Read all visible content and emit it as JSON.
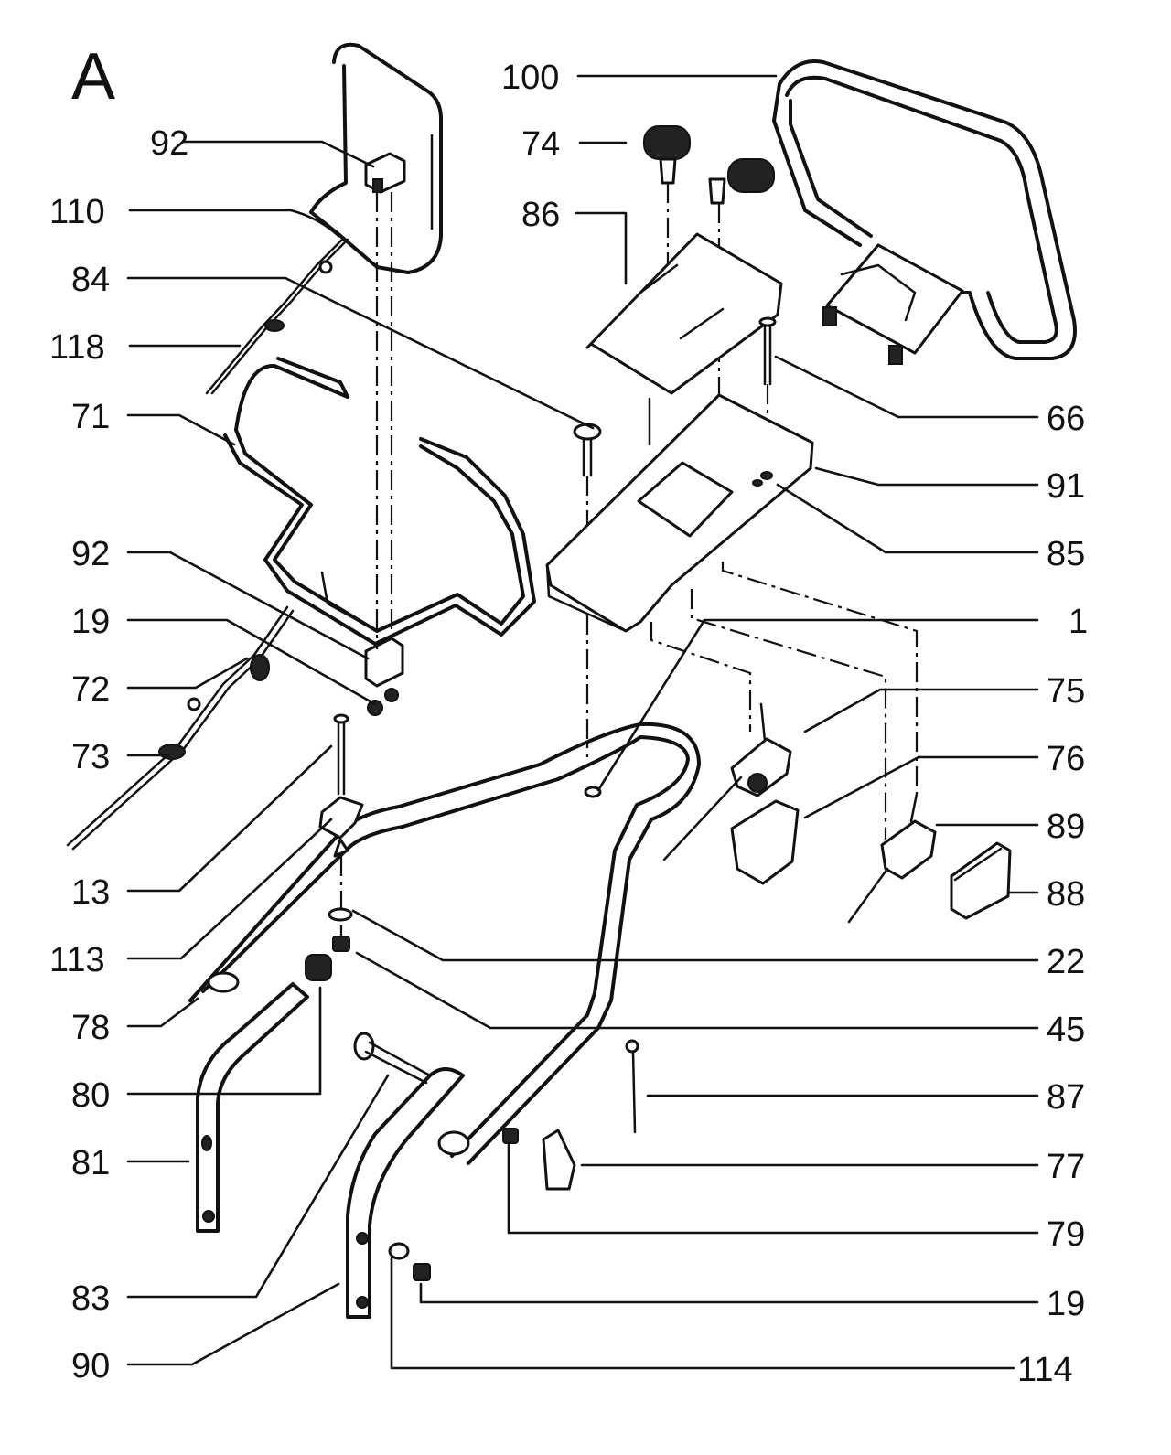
{
  "diagram": {
    "section_letter": "A",
    "labels": {
      "100": "100",
      "92a": "92",
      "74": "74",
      "110": "110",
      "86": "86",
      "84": "84",
      "118": "118",
      "71": "71",
      "66": "66",
      "91": "91",
      "92b": "92",
      "85": "85",
      "19a": "19",
      "1": "1",
      "72": "72",
      "75": "75",
      "73": "73",
      "76": "76",
      "89": "89",
      "13": "13",
      "88": "88",
      "113": "113",
      "22": "22",
      "78": "78",
      "45": "45",
      "80": "80",
      "87": "87",
      "81": "81",
      "77": "77",
      "79": "79",
      "83": "83",
      "19b": "19",
      "90": "90",
      "114": "114"
    }
  }
}
